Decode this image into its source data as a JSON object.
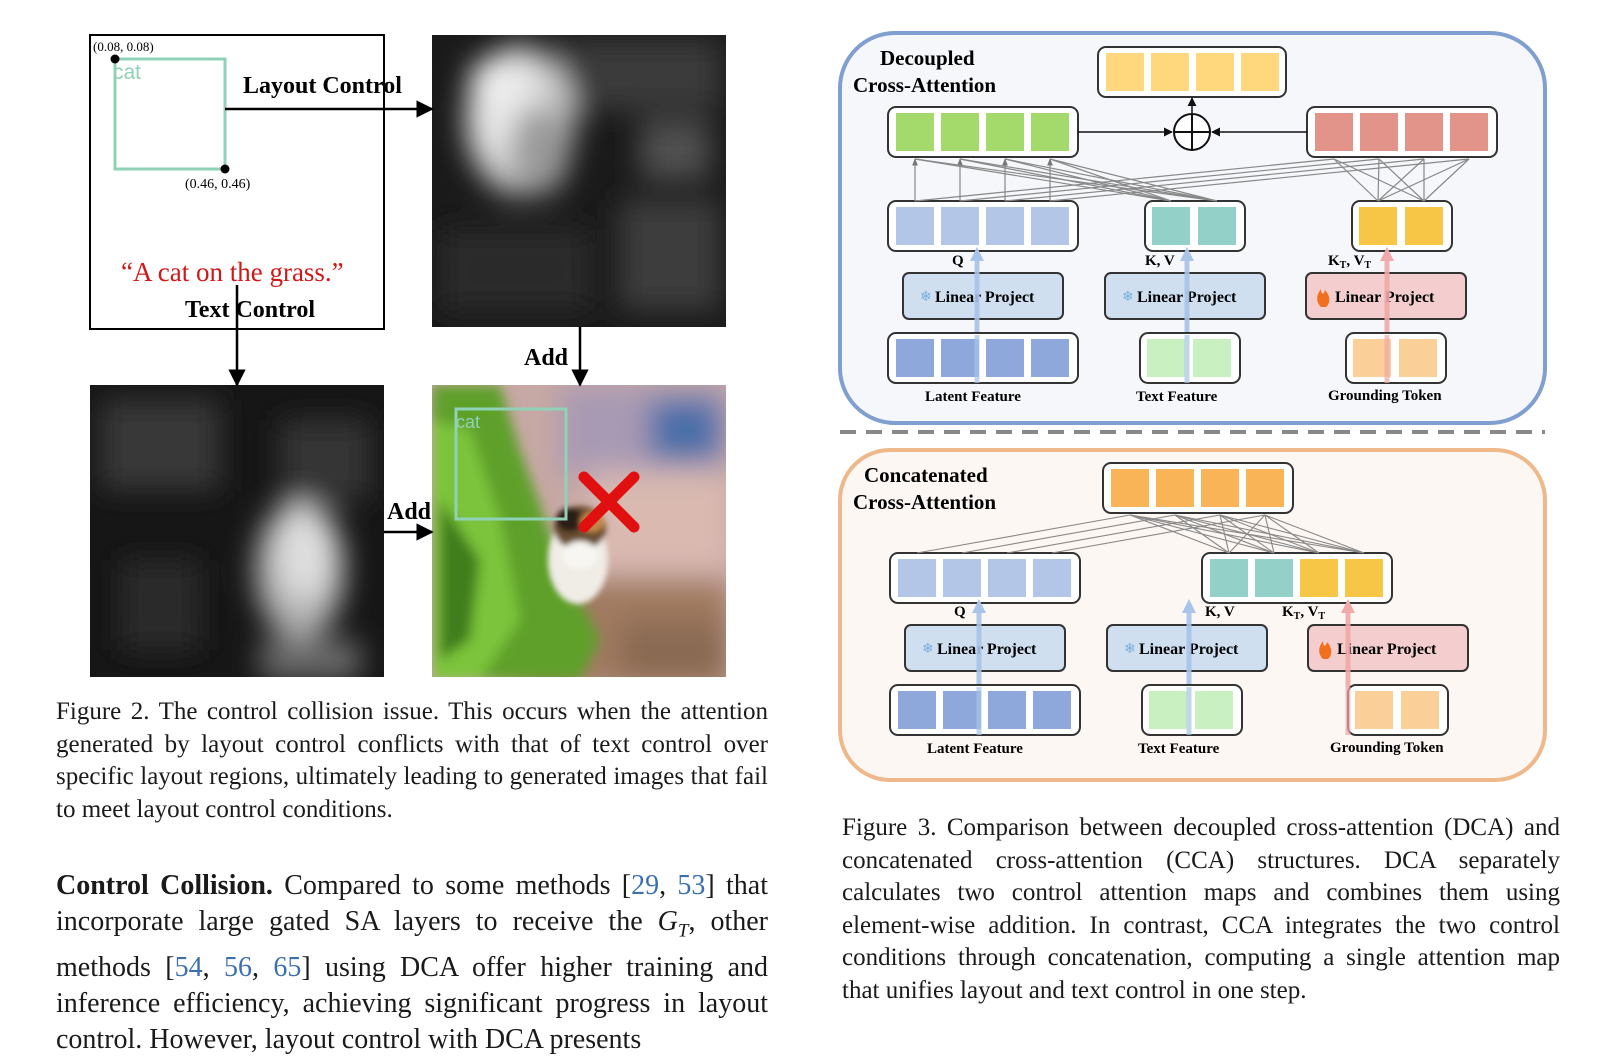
{
  "figure2": {
    "coord_top_left": "(0.08, 0.08)",
    "coord_bottom_right": "(0.46, 0.46)",
    "box_label": "cat",
    "box_label_photo": "cat",
    "prompt": "“A cat on the grass.”",
    "layout_control_label": "Layout Control",
    "text_control_label": "Text Control",
    "add_label_vertical": "Add",
    "add_label_horizontal": "Add",
    "caption": "Figure 2. The control collision issue. This occurs when the attention generated by layout control conflicts with that of text control over specific layout regions, ultimately leading to generated images that fail to meet layout control conditions."
  },
  "figure3": {
    "dca": {
      "title_line1": "Decoupled",
      "title_line2": "Cross-Attention",
      "q_label": "Q",
      "kv_label": "K, V",
      "kt_label": "K",
      "kt_sub": "T",
      "vt_label": ", V",
      "vt_sub": "T",
      "linear_project_1": "Linear Project",
      "linear_project_2": "Linear Project",
      "linear_project_3": "Linear Project",
      "latent_feature": "Latent Feature",
      "text_feature": "Text Feature",
      "grounding_token": "Grounding Token"
    },
    "cca": {
      "title_line1": "Concatenated",
      "title_line2": "Cross-Attention",
      "q_label": "Q",
      "kv_label": "K, V",
      "kt_label": "K",
      "kt_sub": "T",
      "vt_label": ", V",
      "vt_sub": "T",
      "linear_project_1": "Linear Project",
      "linear_project_2": "Linear Project",
      "linear_project_3": "Linear Project",
      "latent_feature": "Latent Feature",
      "text_feature": "Text Feature",
      "grounding_token": "Grounding Token"
    },
    "caption": "Figure 3. Comparison between decoupled cross-attention (DCA) and concatenated cross-attention (CCA) structures. DCA separately calculates two control attention maps and combines them using element-wise addition. In contrast, CCA integrates the two control conditions through concatenation, computing a single attention map that unifies layout and text control in one step."
  },
  "body": {
    "heading": "Control Collision.",
    "t1": " Compared to some methods [",
    "c29": "29",
    "comma1": ", ",
    "c53": "53",
    "t2": "] that incorporate large gated SA layers to receive the ",
    "math_g": "G",
    "math_sub": "T",
    "t3": ", other methods [",
    "c54": "54",
    "comma2": ", ",
    "c56": "56",
    "comma3": ", ",
    "c65": "65",
    "t4": "] using DCA offer higher training and inference efficiency, achieving significant progress in layout control. However, layout control with DCA presents"
  },
  "colors": {
    "dca_border": "#7f9fd0",
    "cca_border": "#efb88a",
    "green_token": "#a4d96c",
    "red_token": "#e2938a",
    "yellow_token": "#ffd87e",
    "orange_token": "#f8b457",
    "q_token": "#b4c6e8",
    "teal_token": "#92d0c8",
    "gold_token": "#f8c646",
    "latent_token": "#8fa8dc",
    "text_token": "#c8f0c0",
    "ground_token": "#fbcf98",
    "box_green": "#8fd2b7",
    "prompt_red": "#d01818",
    "cite_blue": "#3c6fb0"
  },
  "icons": [
    "snowflake-icon",
    "flame-icon",
    "circled-plus-icon",
    "red-x-icon"
  ]
}
